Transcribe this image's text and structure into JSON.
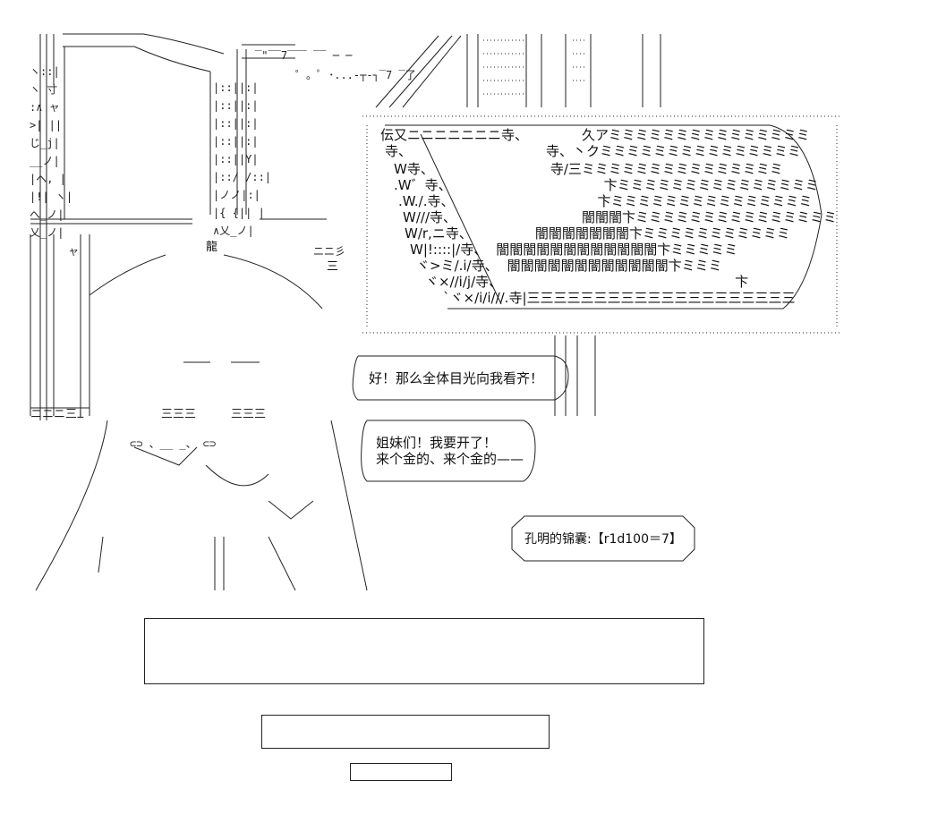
{
  "banner": {
    "prefix": "伝又ニニニニニニニ",
    "lines": [
      "伝又ニニニニニニニ寺、",
      "寺、",
      "W寺、",
      ".W゛寺、",
      ".W./.寺、",
      "W///寺、",
      "W/r,ニ寺、",
      "W|!::::|/寺、",
      "ヾ>ミ/.i/寺、",
      "ヾ×//i/j/寺、",
      "`ヾ×/i/i///.寺|"
    ],
    "fill_repeat": "ミミミミミミミミミミミミミミミ",
    "dark_repeat": "闇闇闇闇闇闇闇闇闇闇闇闇",
    "bottom_bar": "三三三三三三三三三三三三三三三三三三三三"
  },
  "sign": {
    "dragon": "龍"
  },
  "speech1": {
    "text": "好！那么全体目光向我看齐！"
  },
  "speech2": {
    "line1": "姐妹们！我要开了！",
    "line2": "来个金的、来个金的——"
  },
  "dice": {
    "label": "孔明的锦囊:【r1d100＝7】"
  },
  "wall_text": {
    "kanji": "三"
  },
  "empty_boxes": {
    "large": "",
    "medium": "",
    "small": ""
  }
}
